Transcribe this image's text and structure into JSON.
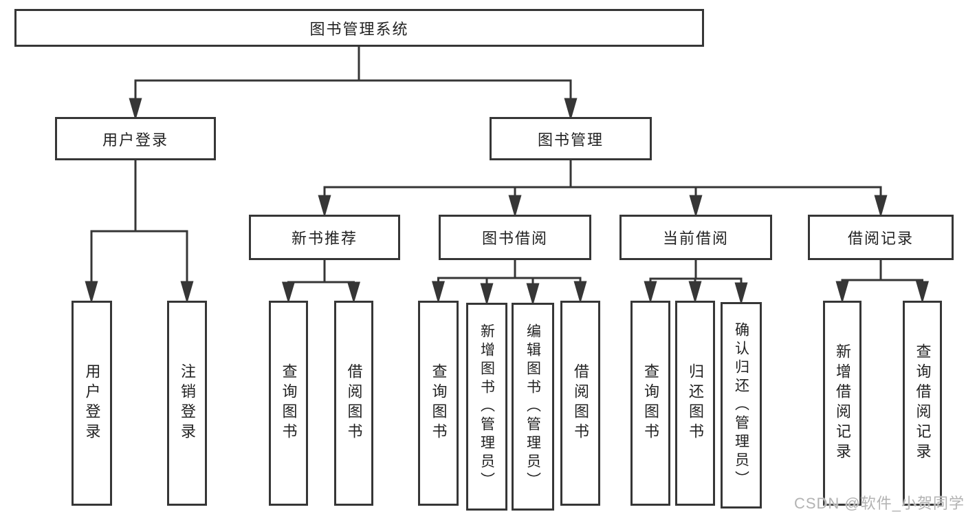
{
  "tree": {
    "root": "图书管理系统",
    "branches": [
      {
        "label": "用户登录",
        "leaves": [
          "用户登录",
          "注销登录"
        ]
      },
      {
        "label": "图书管理",
        "groups": [
          {
            "label": "新书推荐",
            "leaves": [
              "查询图书",
              "借阅图书"
            ]
          },
          {
            "label": "图书借阅",
            "leaves": [
              "查询图书",
              "新增图书（管理员）",
              "编辑图书（管理员）",
              "借阅图书"
            ]
          },
          {
            "label": "当前借阅",
            "leaves": [
              "查询图书",
              "归还图书",
              "确认归还（管理员）"
            ]
          },
          {
            "label": "借阅记录",
            "leaves": [
              "新增借阅记录",
              "查询借阅记录"
            ]
          }
        ]
      }
    ]
  },
  "watermark": {
    "text": "CSDN @软件_小贺同学"
  },
  "colors": {
    "line": "#363636",
    "box_border": "#363636",
    "box_bg": "#ffffff",
    "text": "#222222",
    "watermark": "#b3b3b3"
  }
}
